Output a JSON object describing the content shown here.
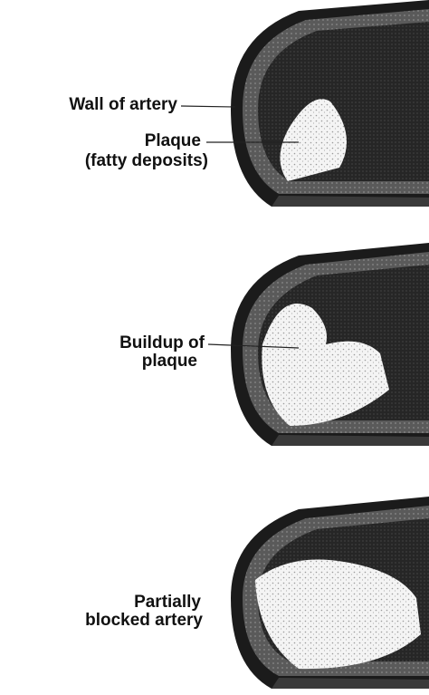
{
  "panels": [
    {
      "id": "stage-1",
      "labels": {
        "wall": "Wall of artery",
        "plaque_line1": "Plaque",
        "plaque_line2": "(fatty deposits)"
      }
    },
    {
      "id": "stage-2",
      "labels": {
        "buildup_line1": "Buildup of",
        "buildup_line2": "plaque"
      }
    },
    {
      "id": "stage-3",
      "labels": {
        "blocked_line1": "Partially",
        "blocked_line2": "blocked artery"
      }
    }
  ],
  "colors": {
    "wall_outer": "#1a1a1a",
    "wall_band": "#6b6b6b",
    "lumen": "#2a2a2a",
    "plaque": "#f2f2f2",
    "leader": "#222222"
  }
}
